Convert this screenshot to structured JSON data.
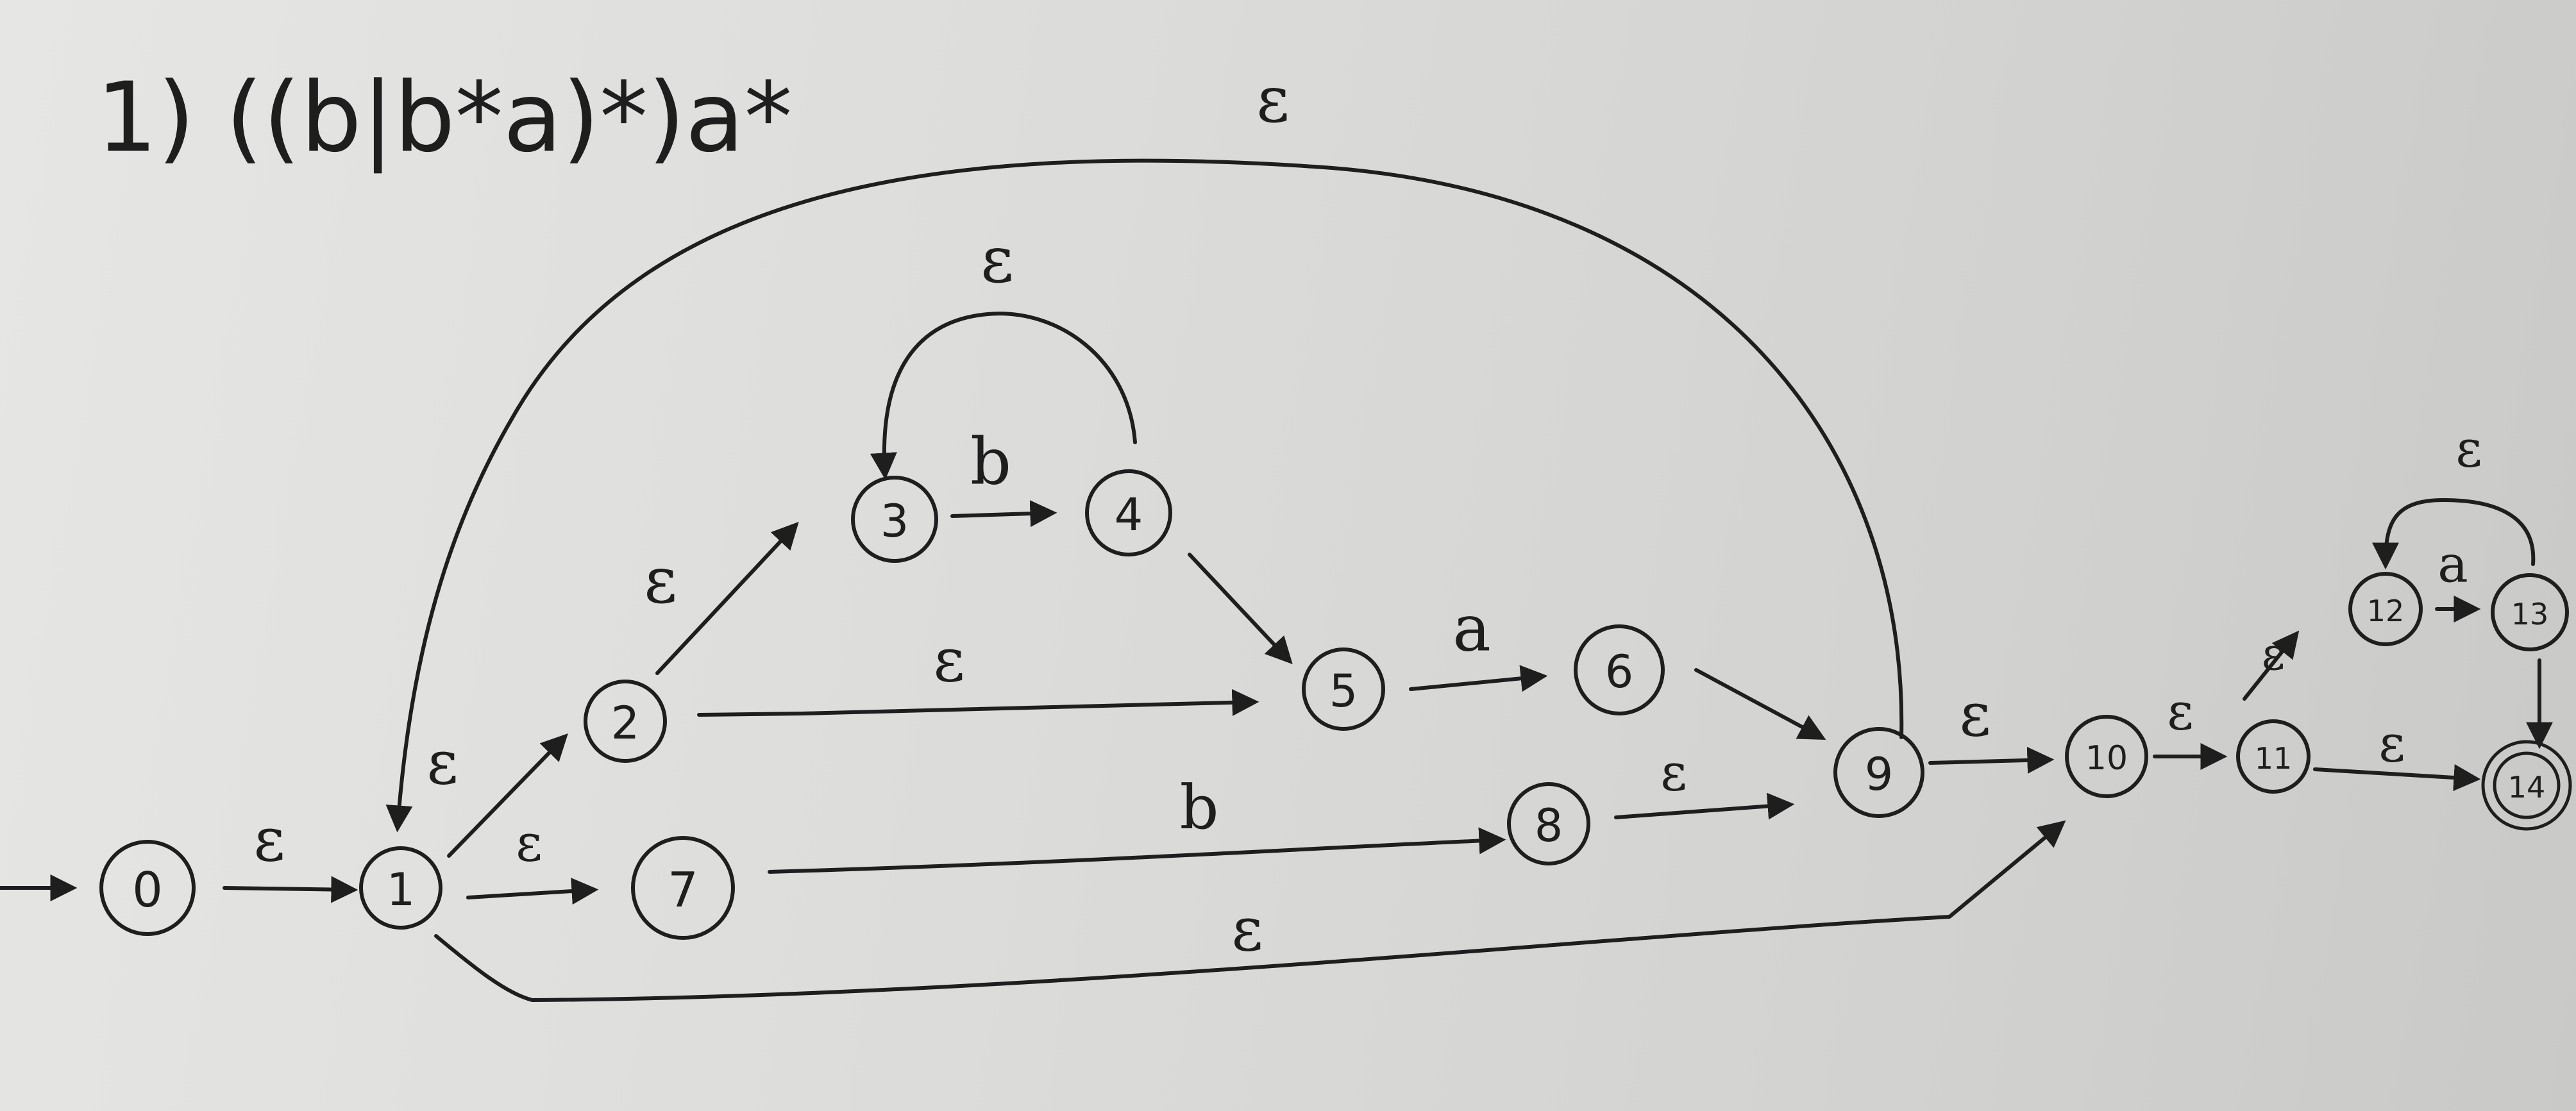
{
  "title": "1) ((b|b*a)*)a*",
  "colors": {
    "ink": "#1e1e1e",
    "paper": "#e0e0de"
  },
  "states": [
    "0",
    "1",
    "2",
    "3",
    "4",
    "5",
    "6",
    "7",
    "8",
    "9",
    "10",
    "11",
    "12",
    "13",
    "14"
  ],
  "start_state": "0",
  "final_state": "14",
  "transitions": [
    {
      "id": "t-0-1",
      "from": "0",
      "to": "1",
      "label": "ε"
    },
    {
      "id": "t-1-2",
      "from": "1",
      "to": "2",
      "label": "ε"
    },
    {
      "id": "t-1-7",
      "from": "1",
      "to": "7",
      "label": "ε"
    },
    {
      "id": "t-2-3",
      "from": "2",
      "to": "3",
      "label": "ε"
    },
    {
      "id": "t-2-5",
      "from": "2",
      "to": "5",
      "label": "ε"
    },
    {
      "id": "t-3-4",
      "from": "3",
      "to": "4",
      "label": "b"
    },
    {
      "id": "t-4-3",
      "from": "4",
      "to": "3",
      "label": "ε"
    },
    {
      "id": "t-4-5",
      "from": "4",
      "to": "5",
      "label": ""
    },
    {
      "id": "t-5-6",
      "from": "5",
      "to": "6",
      "label": "a"
    },
    {
      "id": "t-6-9",
      "from": "6",
      "to": "9",
      "label": ""
    },
    {
      "id": "t-7-8",
      "from": "7",
      "to": "8",
      "label": "b"
    },
    {
      "id": "t-8-9",
      "from": "8",
      "to": "9",
      "label": "ε"
    },
    {
      "id": "t-9-1",
      "from": "9",
      "to": "1",
      "label": "ε"
    },
    {
      "id": "t-9-10",
      "from": "9",
      "to": "10",
      "label": "ε"
    },
    {
      "id": "t-1-10",
      "from": "1",
      "to": "10",
      "label": "ε"
    },
    {
      "id": "t-10-11",
      "from": "10",
      "to": "11",
      "label": "ε"
    },
    {
      "id": "t-11-12",
      "from": "11",
      "to": "12",
      "label": "ε"
    },
    {
      "id": "t-12-13",
      "from": "12",
      "to": "13",
      "label": "a"
    },
    {
      "id": "t-13-12",
      "from": "13",
      "to": "12",
      "label": "ε"
    },
    {
      "id": "t-13-14",
      "from": "13",
      "to": "14",
      "label": ""
    },
    {
      "id": "t-11-14",
      "from": "11",
      "to": "14",
      "label": "ε"
    }
  ]
}
